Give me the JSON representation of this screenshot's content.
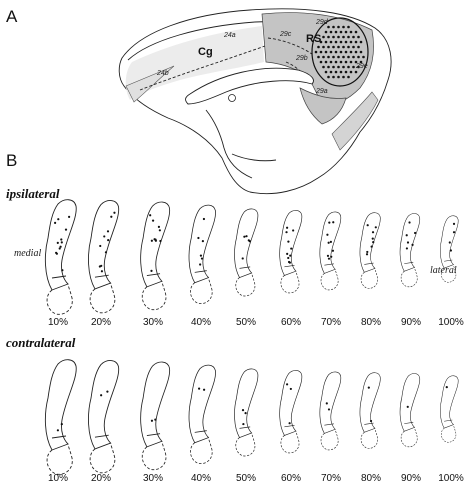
{
  "panel_a": {
    "letter": "A",
    "regions": {
      "cingulate": "Cg",
      "retrosplenial": "RS"
    },
    "areas": [
      "24a",
      "24b",
      "29c",
      "29d",
      "29b",
      "29a",
      "29e"
    ]
  },
  "panel_b": {
    "letter": "B",
    "rows": [
      {
        "title": "ipsilateral",
        "medial_label": "medial",
        "lateral_label": "lateral",
        "sections": [
          "10%",
          "20%",
          "30%",
          "40%",
          "50%",
          "60%",
          "70%",
          "80%",
          "90%",
          "100%"
        ]
      },
      {
        "title": "contralateral",
        "sections": [
          "10%",
          "20%",
          "30%",
          "40%",
          "50%",
          "60%",
          "70%",
          "80%",
          "90%",
          "100%"
        ]
      }
    ]
  }
}
